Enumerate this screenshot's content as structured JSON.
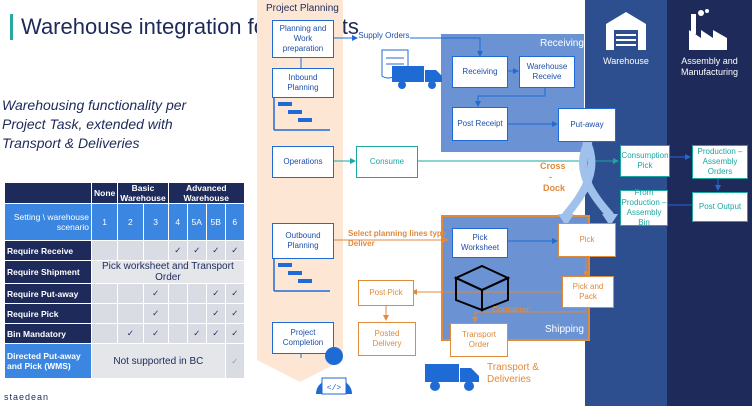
{
  "title": "Warehouse integration for Projects",
  "subtitle": "Warehousing functionality per Project Task, extended with Transport & Deliveries",
  "matrix": {
    "group_none": "None",
    "group_basic": "Basic Warehouse",
    "group_advanced": "Advanced Warehouse",
    "setting_label": "Setting \\ warehouse scenario",
    "scenarios": [
      "1",
      "2",
      "3",
      "4",
      "5A",
      "5B",
      "6"
    ],
    "rows": [
      {
        "label": "Require Receive",
        "marks": [
          "",
          "",
          "",
          "✓",
          "✓",
          "✓",
          "✓"
        ]
      },
      {
        "label": "Require Shipment",
        "merged": "Pick worksheet and Transport Order"
      },
      {
        "label": "Require Put-away",
        "marks": [
          "",
          "",
          "✓",
          "",
          "",
          "✓",
          "✓"
        ]
      },
      {
        "label": "Require Pick",
        "marks": [
          "",
          "",
          "✓",
          "",
          "",
          "✓",
          "✓"
        ]
      },
      {
        "label": "Bin Mandatory",
        "marks": [
          "",
          "✓",
          "✓",
          "",
          "✓",
          "✓",
          "✓"
        ]
      },
      {
        "label": "Directed Put-away and Pick (WMS)",
        "merged": "Not supported in BC",
        "last": "✓"
      }
    ]
  },
  "logo": "staedean",
  "project_planning_label": "Project Planning",
  "receiving_label": "Receiving",
  "shipping_label": "Shipping",
  "warehouse_label": "Warehouse",
  "assembly_label": "Assembly and Manufacturing",
  "cross_label": "Cross",
  "dash_label": "-",
  "dock_label": "Dock",
  "select_lines_label": "Select planning lines type Deliver",
  "container_label": "Container",
  "transport_label": "Transport & Deliveries",
  "boxes": {
    "planning_work_prep": "Planning and Work preparation",
    "inbound_planning": "Inbound Planning",
    "operations": "Operations",
    "outbound_planning": "Outbound Planning",
    "project_completion": "Project Completion",
    "supply_orders": "Supply Orders",
    "receiving": "Receiving",
    "warehouse_receive": "Warehouse Receive",
    "post_receipt": "Post Receipt",
    "put_away": "Put-away",
    "consume": "Consume",
    "consumption_pick": "Consumption Pick",
    "production_assembly_orders": "Production – Assembly Orders",
    "from_production_bin": "From Production – Assembly Bin",
    "post_output": "Post Output",
    "pick_worksheet": "Pick Worksheet",
    "pick": "Pick",
    "pick_and_pack": "Pick and Pack",
    "post_pick": "Post Pick",
    "posted_delivery": "Posted Delivery",
    "transport_order": "Transport Order"
  }
}
